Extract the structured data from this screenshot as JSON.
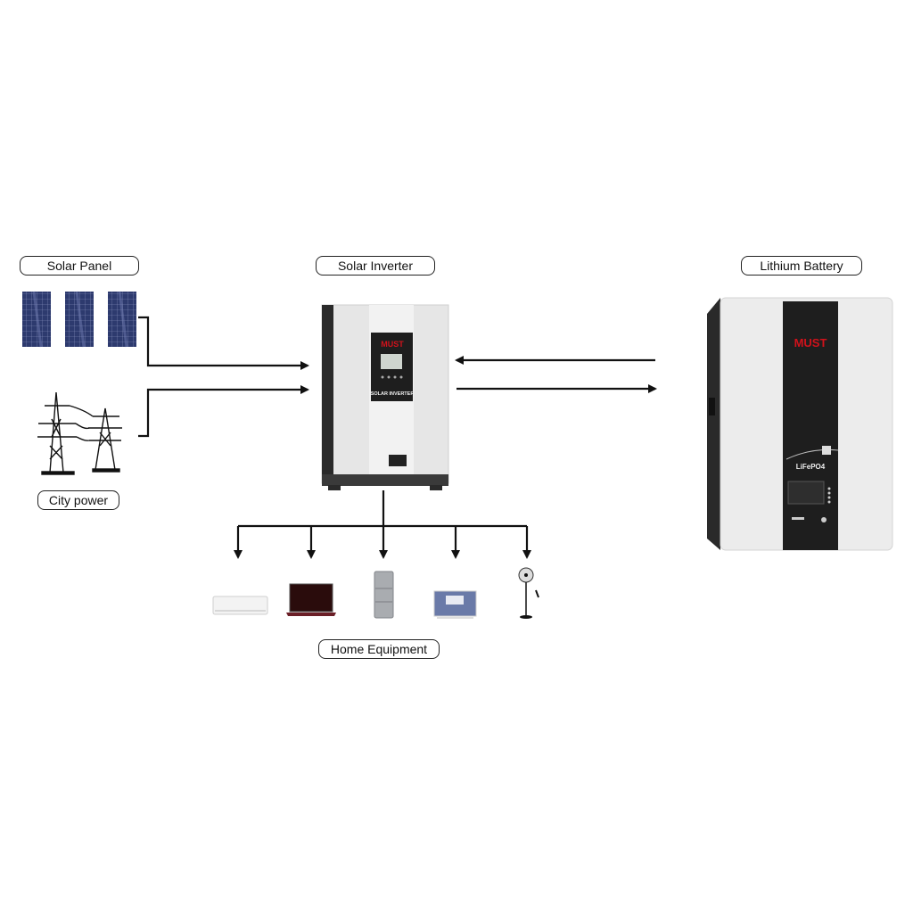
{
  "diagram": {
    "nodes": {
      "solar_panel": {
        "label": "Solar Panel"
      },
      "city_power": {
        "label": "City power"
      },
      "solar_inverter": {
        "label": "Solar Inverter",
        "device_brand": "MUST",
        "device_text": "SOLAR INVERTER"
      },
      "lithium_battery": {
        "label": "Lithium Battery",
        "device_brand": "MUST",
        "device_text": "LiFePO4"
      },
      "home_equipment": {
        "label": "Home Equipment",
        "items": [
          "air-conditioner",
          "laptop",
          "refrigerator",
          "television",
          "standing-fan"
        ]
      }
    },
    "edges": [
      {
        "from": "Solar Panel",
        "to": "Solar Inverter"
      },
      {
        "from": "City power",
        "to": "Solar Inverter"
      },
      {
        "from": "Lithium Battery",
        "to": "Solar Inverter"
      },
      {
        "from": "Solar Inverter",
        "to": "Lithium Battery"
      },
      {
        "from": "Solar Inverter",
        "to": "Home Equipment"
      }
    ],
    "colors": {
      "line": "#111111",
      "panel": "#2d3a6e",
      "brand_red": "#d0121b",
      "device_dark": "#1e1e1e",
      "device_light": "#ececec"
    }
  }
}
